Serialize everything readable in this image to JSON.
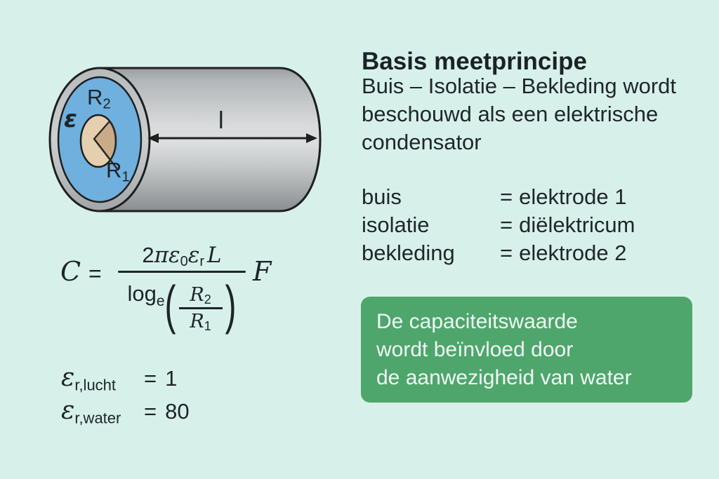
{
  "page": {
    "background_color": "#d7f1ea",
    "text_color": "#20262a"
  },
  "title": "Basis meetprincipe",
  "intro_lines": [
    "Buis – Isolatie – Bekleding wordt",
    "beschouwd als een elektrische",
    "condensator"
  ],
  "mapping": {
    "rows": [
      {
        "term": "buis",
        "eq": "=",
        "value": "elektrode 1"
      },
      {
        "term": "isolatie",
        "eq": "=",
        "value": "diëlektricum"
      },
      {
        "term": "bekleding",
        "eq": "=",
        "value": "elektrode 2"
      }
    ]
  },
  "note": {
    "lines": [
      "De capaciteitswaarde",
      "wordt beïnvloed door",
      "de aanwezigheid van water"
    ],
    "background_color": "#4ea66c",
    "text_color": "#f2f9f4"
  },
  "diagram": {
    "labels": {
      "outer_radius": "R",
      "outer_radius_sub": "2",
      "permittivity": "ε",
      "inner_radius": "R",
      "inner_radius_sub": "1",
      "length": "l"
    },
    "colors": {
      "insulation_blue": "#6fb0de",
      "core_tan": "#e5cfae",
      "core_tan_dark": "#c9ab88",
      "metal_light": "#dcdedf",
      "metal_dark": "#8a8e90",
      "outline": "#1f1f1f"
    }
  },
  "formula": {
    "lhs": "C",
    "equals": "=",
    "num_coeff": "2",
    "num_pi": "π",
    "num_eps0": "ε",
    "num_eps0_sub": "0",
    "num_epsr": "ε",
    "num_epsr_sub": "r",
    "num_L": "L",
    "den_log": "log",
    "den_log_sub": "e",
    "paren_open": "(",
    "paren_close": ")",
    "inner_num": "R",
    "inner_num_sub": "2",
    "inner_den": "R",
    "inner_den_sub": "1",
    "unit": "F"
  },
  "constants": [
    {
      "symbol": "ε",
      "sub": "r,lucht",
      "eq": "=",
      "value": "1"
    },
    {
      "symbol": "ε",
      "sub": "r,water",
      "eq": "=",
      "value": "80"
    }
  ]
}
